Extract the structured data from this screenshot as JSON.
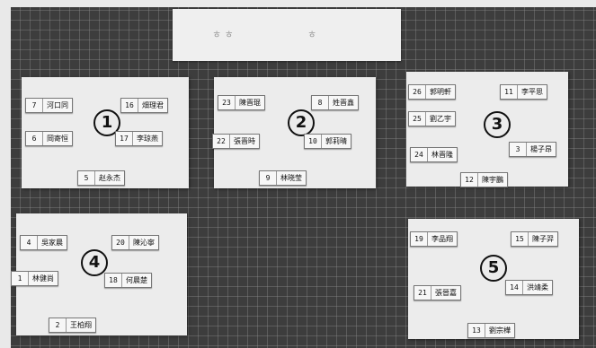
{
  "photo": {
    "top_card": {
      "marks": [
        "ㅎ ㅎ",
        "ㅎ"
      ]
    },
    "groups": [
      {
        "number": "1",
        "names": [
          {
            "number": "7",
            "name": "河口同"
          },
          {
            "number": "16",
            "name": "畑理君"
          },
          {
            "number": "6",
            "name": "岡寄恒"
          },
          {
            "number": "17",
            "name": "李琼燕"
          },
          {
            "number": "5",
            "name": "赵永杰"
          }
        ]
      },
      {
        "number": "2",
        "names": [
          {
            "number": "23",
            "name": "陳晋琨"
          },
          {
            "number": "8",
            "name": "姓晋鑫"
          },
          {
            "number": "22",
            "name": "張晋時"
          },
          {
            "number": "10",
            "name": "郭莉晴"
          },
          {
            "number": "9",
            "name": "林晓莹"
          }
        ]
      },
      {
        "number": "3",
        "names": [
          {
            "number": "26",
            "name": "郭明軒"
          },
          {
            "number": "11",
            "name": "李平思"
          },
          {
            "number": "25",
            "name": "劉乙宇"
          },
          {
            "number": "24",
            "name": "林晋隆"
          },
          {
            "number": "3",
            "name": "楊子昂"
          },
          {
            "number": "12",
            "name": "陳宇鵬"
          }
        ]
      },
      {
        "number": "4",
        "names": [
          {
            "number": "4",
            "name": "吳家晨"
          },
          {
            "number": "20",
            "name": "陳沁寧"
          },
          {
            "number": "1",
            "name": "林健尚"
          },
          {
            "number": "18",
            "name": "何晨楚"
          },
          {
            "number": "2",
            "name": "王柏翔"
          }
        ]
      },
      {
        "number": "5",
        "names": [
          {
            "number": "19",
            "name": "李品翔"
          },
          {
            "number": "15",
            "name": "陳子羿"
          },
          {
            "number": "21",
            "name": "張晉嘉"
          },
          {
            "number": "14",
            "name": "洪靖柔"
          },
          {
            "number": "13",
            "name": "劉宗樺"
          }
        ]
      }
    ]
  }
}
